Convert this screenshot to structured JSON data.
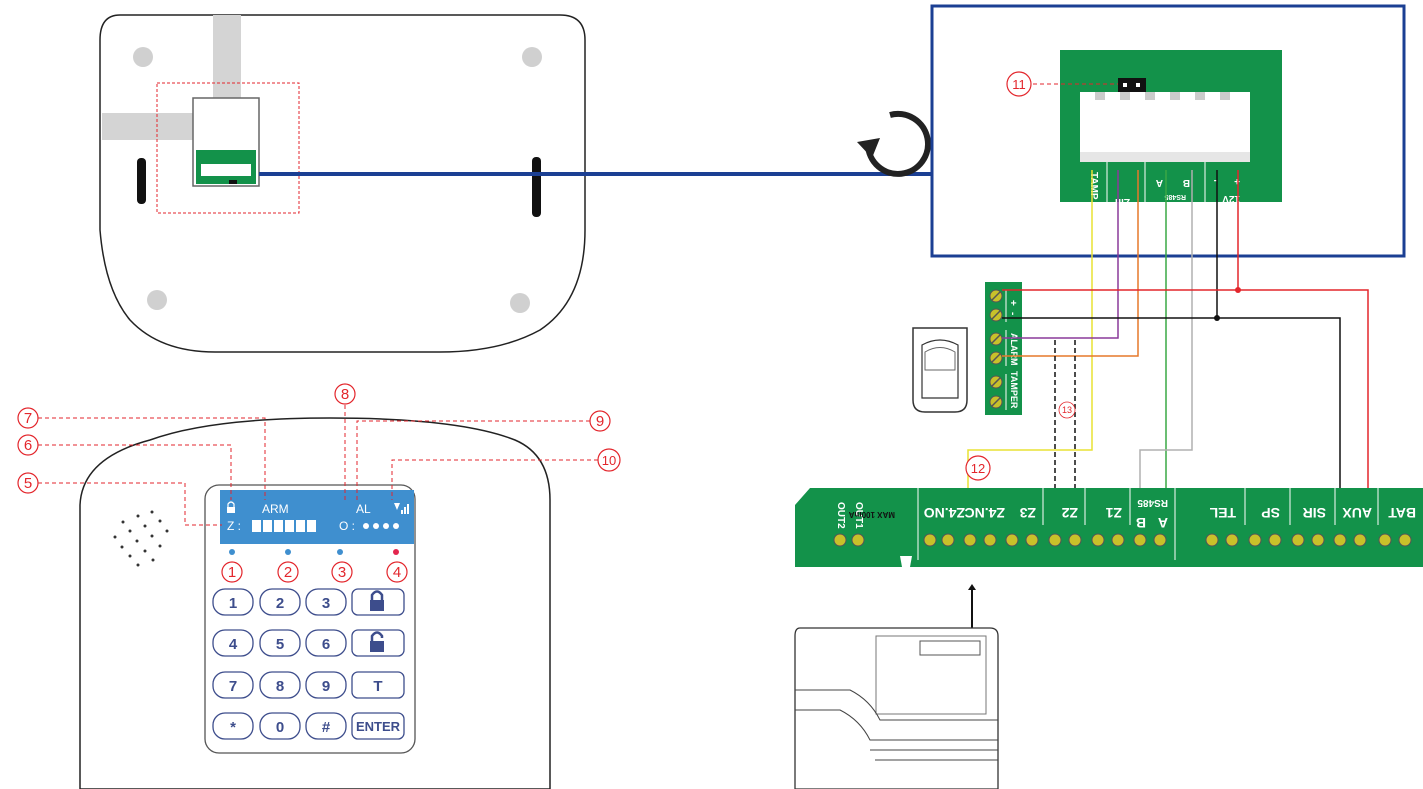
{
  "keypad": {
    "keys": [
      "1",
      "2",
      "3",
      "4",
      "5",
      "6",
      "7",
      "8",
      "9",
      "T",
      "*",
      "0",
      "#",
      "ENTER"
    ],
    "lcd": {
      "line1": "ARM",
      "line1_right": "AL",
      "line2_prefix": "Z :",
      "line2_mid": "O :"
    }
  },
  "callouts": [
    "1",
    "2",
    "3",
    "4",
    "5",
    "6",
    "7",
    "8",
    "9",
    "10",
    "11",
    "12",
    "13"
  ],
  "module_terminals": [
    "TAMP",
    "Zin",
    "A",
    "B",
    "RS485",
    "-",
    "+",
    "12V"
  ],
  "detector_terminals": [
    "+",
    "-",
    "ALARM",
    "TAMPER"
  ],
  "panel": {
    "terminals": [
      "OUT2",
      "OUT1",
      "Z4.NO",
      "Z4.NC",
      "Z3",
      "Z2",
      "Z1",
      "RS485",
      "A",
      "B",
      "TEL",
      "SP",
      "SIR",
      "AUX",
      "BAT"
    ],
    "max_label": "MAX 100mA"
  },
  "wire_colors": {
    "bus": "#1b3f93",
    "yellow": "#e8e233",
    "purple": "#8a3a9a",
    "orange": "#e6782a",
    "green": "#3aa845",
    "grey": "#b0b0b0",
    "black": "#111111",
    "red": "#e3262c",
    "board": "#13924a"
  }
}
